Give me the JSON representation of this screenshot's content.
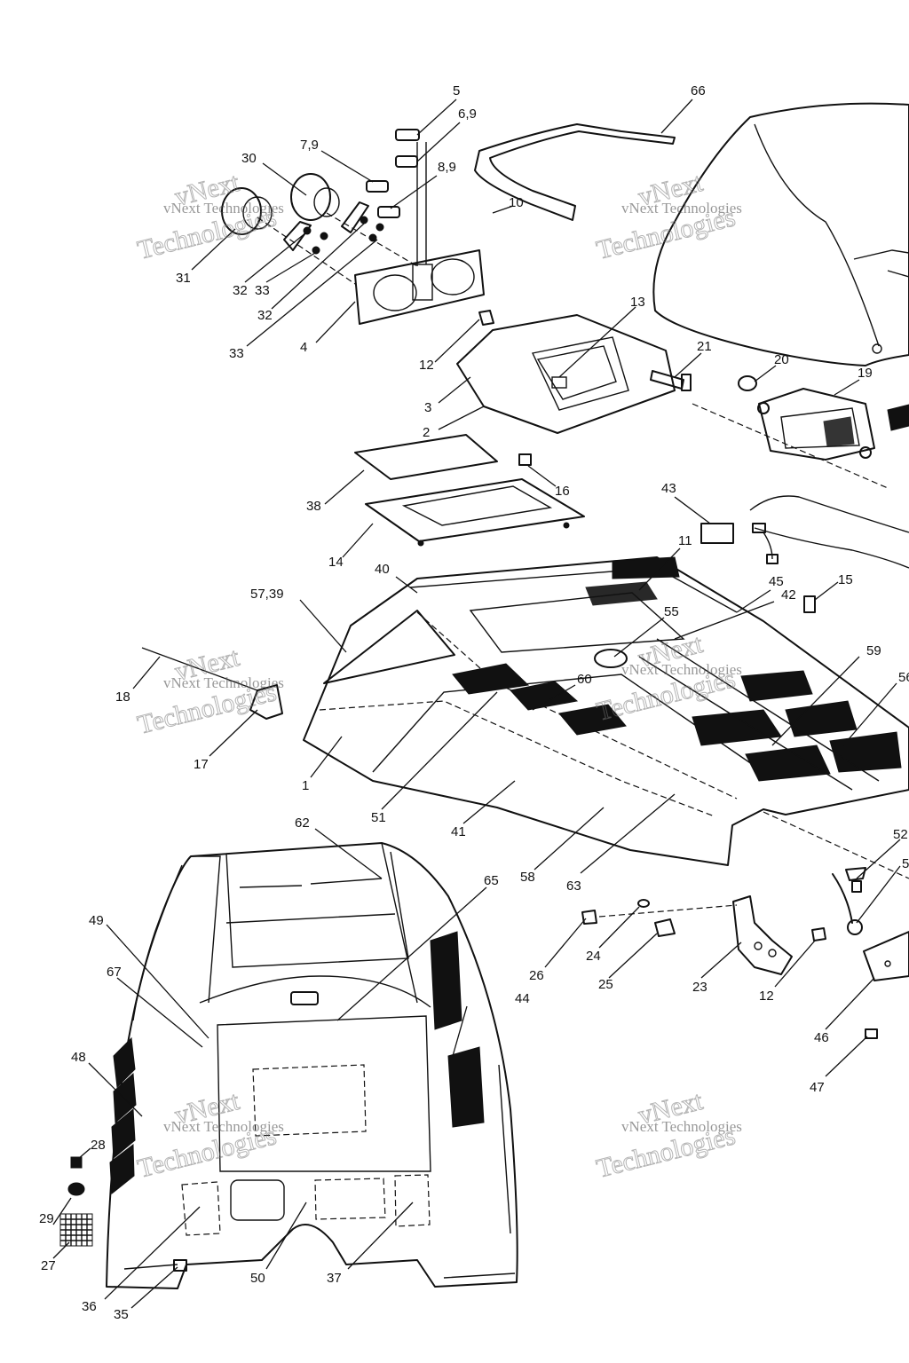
{
  "labels": [
    "5",
    "6,9",
    "7,9",
    "8,9",
    "30",
    "66",
    "10",
    "31",
    "32",
    "33",
    "32",
    "33",
    "4",
    "13",
    "12",
    "3",
    "2",
    "21",
    "20",
    "19",
    "38",
    "16",
    "14",
    "43",
    "11",
    "40",
    "57,39",
    "45",
    "15",
    "42",
    "55",
    "18",
    "17",
    "59",
    "56",
    "60",
    "1",
    "51",
    "41",
    "58",
    "63",
    "62",
    "65",
    "49",
    "67",
    "52",
    "5",
    "26",
    "24",
    "25",
    "23",
    "12",
    "46",
    "47",
    "48",
    "44",
    "28",
    "29",
    "27",
    "50",
    "37",
    "36",
    "35"
  ],
  "watermark": {
    "line1": "vNext Technologies",
    "line2": "vNext",
    "line3": "Technologies"
  }
}
